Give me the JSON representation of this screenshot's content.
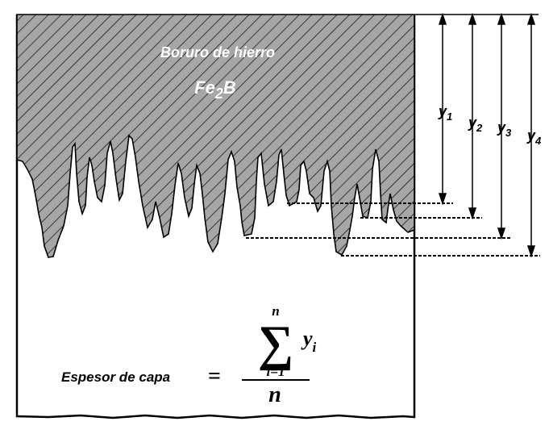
{
  "layer": {
    "name": "Boruro de hierro",
    "formula_base": "Fe",
    "formula_sub": "2",
    "formula_end": "B"
  },
  "measures": [
    {
      "base": "y",
      "sub": "1"
    },
    {
      "base": "y",
      "sub": "2"
    },
    {
      "base": "y",
      "sub": "3"
    },
    {
      "base": "y",
      "sub": "4"
    }
  ],
  "formula": {
    "lhs": "Espesor de capa",
    "eq": "=",
    "sum_upper": "n",
    "sum_lower": "i=1",
    "sum_symbol": "∑",
    "term_base": "y",
    "term_sub": "i",
    "denominator": "n"
  },
  "colors": {
    "layer_fill": "#a6a6a6",
    "hatch": "#1a1a1a",
    "outline": "#000000",
    "label_text": "#ffffff"
  }
}
